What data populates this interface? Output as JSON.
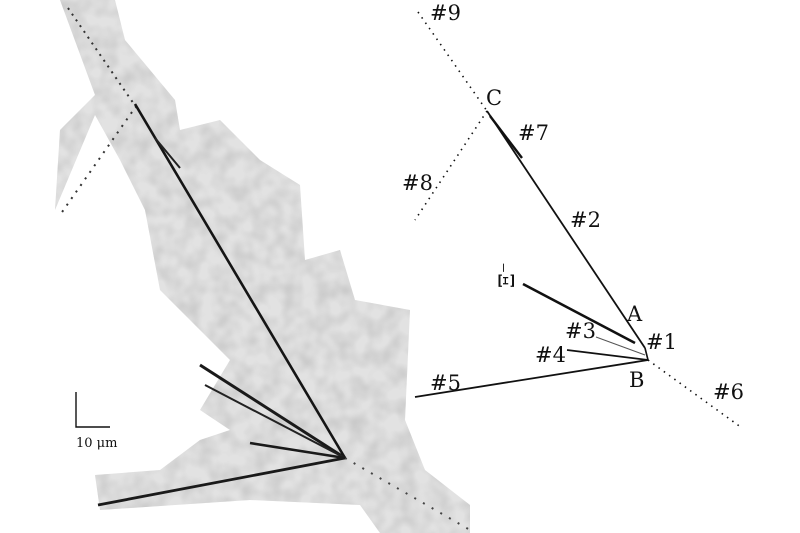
{
  "scale_bar": {
    "label": "10 μm"
  },
  "track_labels": {
    "t1": "#1",
    "t2": "#2",
    "t3": "#3",
    "t4": "#4",
    "t5": "#5",
    "t6": "#6",
    "t7": "#7",
    "t8": "#8",
    "t9": "#9",
    "xi": "Ξ⁻"
  },
  "vertex_labels": {
    "a": "A",
    "b": "B",
    "c": "C"
  },
  "colors": {
    "track": "#111111",
    "emulsion_bg": "#e6e6e6",
    "background": "#ffffff"
  }
}
